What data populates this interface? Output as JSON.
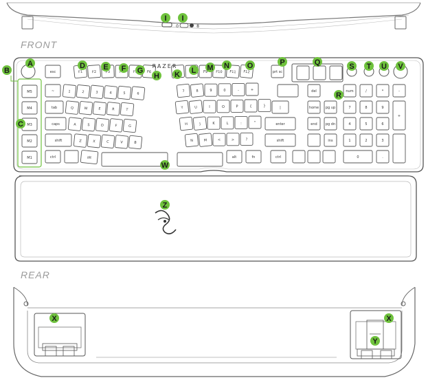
{
  "sections": {
    "front": "FRONT",
    "rear": "REAR"
  },
  "brand": "RAZER",
  "accent_color": "#6fc23d",
  "callouts": {
    "A": "A",
    "B": "B",
    "C": "C",
    "D": "D",
    "E": "E",
    "F": "F",
    "G": "G",
    "H": "H",
    "I": "I",
    "K": "K",
    "L": "L",
    "M": "M",
    "N": "N",
    "O": "O",
    "P": "P",
    "Q": "Q",
    "R": "R",
    "S": "S",
    "T": "T",
    "U": "U",
    "V": "V",
    "W": "W",
    "X": "X",
    "Y": "Y",
    "Z": "Z"
  },
  "top_edge": {
    "toggle_label_left": "0",
    "toggle_label_right": "8"
  },
  "keys": {
    "esc": "esc",
    "f1": "F1",
    "f2": "F2",
    "f3": "F3",
    "f4": "F4",
    "f5": "F5",
    "f6": "F6",
    "f7": "F7",
    "f8": "F8",
    "f9": "F9",
    "f10": "F10",
    "f11": "F11",
    "f12": "F12",
    "m5": "M5",
    "m4": "M4",
    "m3": "M3",
    "m2": "M2",
    "m1": "M1",
    "tab": "tab",
    "caps": "caps",
    "shift_l": "shift",
    "shift_r": "shift",
    "ctrl_l": "ctrl",
    "ctrl_r": "ctrl",
    "alt_l": "alt",
    "alt_r": "alt",
    "fn": "fn",
    "enter": "enter",
    "del": "del",
    "home": "home",
    "end": "end",
    "pgup": "pg up",
    "pgdn": "pg dn",
    "ins": "ins",
    "prtsc": "prt sc",
    "num": "num",
    "q": "Q",
    "w": "W",
    "e": "E",
    "r": "R",
    "t": "T",
    "y": "Y",
    "u": "U",
    "i": "I",
    "o": "O",
    "p": "P",
    "a": "A",
    "s": "S",
    "d": "D",
    "f": "F",
    "g": "G",
    "h": "H",
    "j": "J",
    "k": "K",
    "l": "L",
    "z": "Z",
    "x": "X",
    "c": "C",
    "v": "V",
    "b": "B",
    "n": "N",
    "m": "M",
    "n1": "1",
    "n2": "2",
    "n3": "3",
    "n4": "4",
    "n5": "5",
    "n6": "6",
    "n7": "7",
    "n8": "8",
    "n9": "9",
    "n0": "0",
    "tilde": "~",
    "minus": "-",
    "equal": "+",
    "lbr": "{",
    "rbr": "}",
    "bsl": "|",
    "semi": ":",
    "quote": "\"",
    "comma": "<",
    "period": ">",
    "slash": "?",
    "kp7": "7",
    "kp8": "8",
    "kp9": "9",
    "kp4": "4",
    "kp5": "5",
    "kp6": "6",
    "kp1": "1",
    "kp2": "2",
    "kp3": "3",
    "kp0": "0",
    "kpdiv": "/",
    "kpmul": "*",
    "kpmin": "-",
    "kpplus": "+",
    "kpdot": "."
  }
}
